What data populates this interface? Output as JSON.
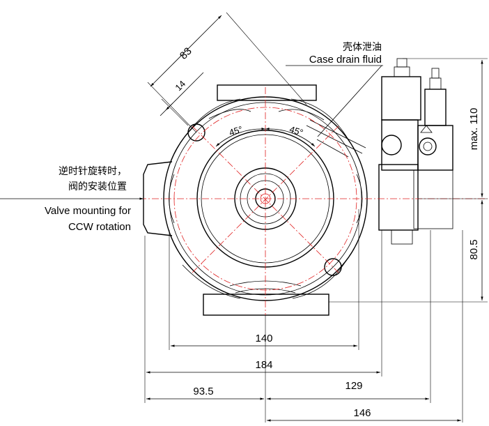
{
  "labels": {
    "case_drain_cn": "壳体泄油",
    "case_drain_en": "Case drain fluid",
    "valve_cn_line1": "逆时针旋转时，",
    "valve_cn_line2": "阀的安装位置",
    "valve_en_line1": "Valve mounting for",
    "valve_en_line2": "CCW rotation"
  },
  "dimensions": {
    "d83": "83",
    "d14": "14",
    "angle_left": "45°",
    "angle_right": "45°",
    "max110": "max. 110",
    "d80_5": "80.5",
    "d140": "140",
    "d184": "184",
    "d93_5": "93.5",
    "d129": "129",
    "d146": "146"
  },
  "colors": {
    "centerline": "#e02020",
    "lines": "#000000"
  }
}
